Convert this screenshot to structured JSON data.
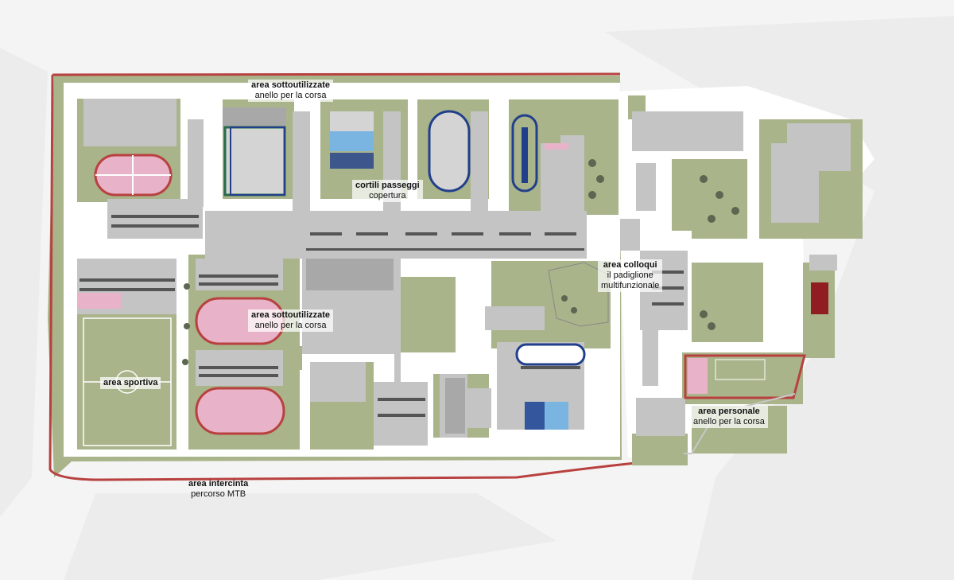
{
  "colors": {
    "background": "#f4f4f4",
    "site": "#ffffff",
    "grass": "#a9b48a",
    "building": "#c4c4c4",
    "building_dark": "#a8a8a8",
    "running_track": "#b8413f",
    "track_blue": "#223f8c",
    "court_pink": "#e8b3c8",
    "pool_blue": "#7ab4e0",
    "accent_red": "#8f1d22"
  },
  "icons": [
    "tree-icon",
    "running-track",
    "football-pitch",
    "swimming-pool"
  ],
  "labels": {
    "top": {
      "title": "area sottoutilizzate",
      "subtitle": "anello per la corsa"
    },
    "cortili": {
      "title": "cortili passeggi",
      "subtitle": "copertura"
    },
    "mid": {
      "title": "area sottoutilizzate",
      "subtitle": "anello per la corsa"
    },
    "sportiva": {
      "title": "area sportiva"
    },
    "colloqui": {
      "title": "area colloqui",
      "subtitle1": "il padiglione",
      "subtitle2": "multifunzionale"
    },
    "personale": {
      "title": "area personale",
      "subtitle": "anello per la corsa"
    },
    "intercinta": {
      "title": "area intercinta",
      "subtitle": "percorso MTB"
    }
  }
}
